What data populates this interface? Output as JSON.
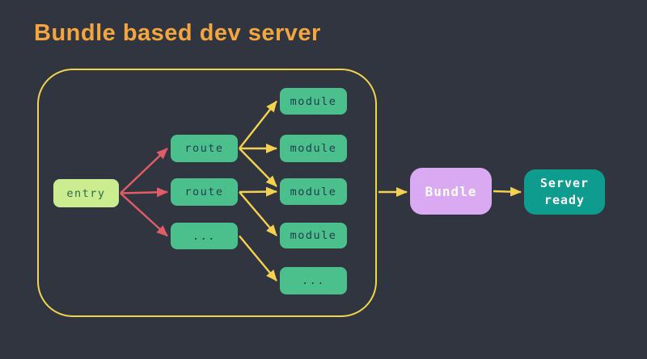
{
  "title": "Bundle based dev server",
  "diagram": {
    "nodes": {
      "entry": {
        "label": "entry",
        "type": "entry"
      },
      "route1": {
        "label": "route",
        "type": "route"
      },
      "route2": {
        "label": "route",
        "type": "route"
      },
      "route_more": {
        "label": "...",
        "type": "route"
      },
      "module1": {
        "label": "module",
        "type": "module"
      },
      "module2": {
        "label": "module",
        "type": "module"
      },
      "module3": {
        "label": "module",
        "type": "module"
      },
      "module4": {
        "label": "module",
        "type": "module"
      },
      "module_more": {
        "label": "...",
        "type": "module"
      },
      "bundle": {
        "label": "Bundle",
        "type": "bundle"
      },
      "server": {
        "label": "Server ready",
        "type": "server"
      }
    },
    "edges": [
      {
        "from": "entry",
        "to": "route1",
        "color": "red"
      },
      {
        "from": "entry",
        "to": "route2",
        "color": "red"
      },
      {
        "from": "entry",
        "to": "route_more",
        "color": "red"
      },
      {
        "from": "route1",
        "to": "module1",
        "color": "yellow"
      },
      {
        "from": "route1",
        "to": "module2",
        "color": "yellow"
      },
      {
        "from": "route1",
        "to": "module3",
        "color": "yellow"
      },
      {
        "from": "route2",
        "to": "module3",
        "color": "yellow"
      },
      {
        "from": "route2",
        "to": "module4",
        "color": "yellow"
      },
      {
        "from": "route_more",
        "to": "module_more",
        "color": "yellow"
      },
      {
        "from": "container",
        "to": "bundle",
        "color": "yellow"
      },
      {
        "from": "bundle",
        "to": "server",
        "color": "yellow"
      }
    ]
  },
  "colors": {
    "background": "#30353F",
    "title": "#F3A540",
    "container_border": "#F2D54E",
    "arrow_red": "#E05D68",
    "arrow_yellow": "#F5D150",
    "entry_bg": "#CBEC8F",
    "entry_text": "#2A6B4F",
    "node_bg": "#4BC08C",
    "node_text": "#1D3E4D",
    "bundle_bg": "#D9A9F1",
    "server_bg": "#0E9C8E",
    "light_text": "#FFFFFF"
  }
}
